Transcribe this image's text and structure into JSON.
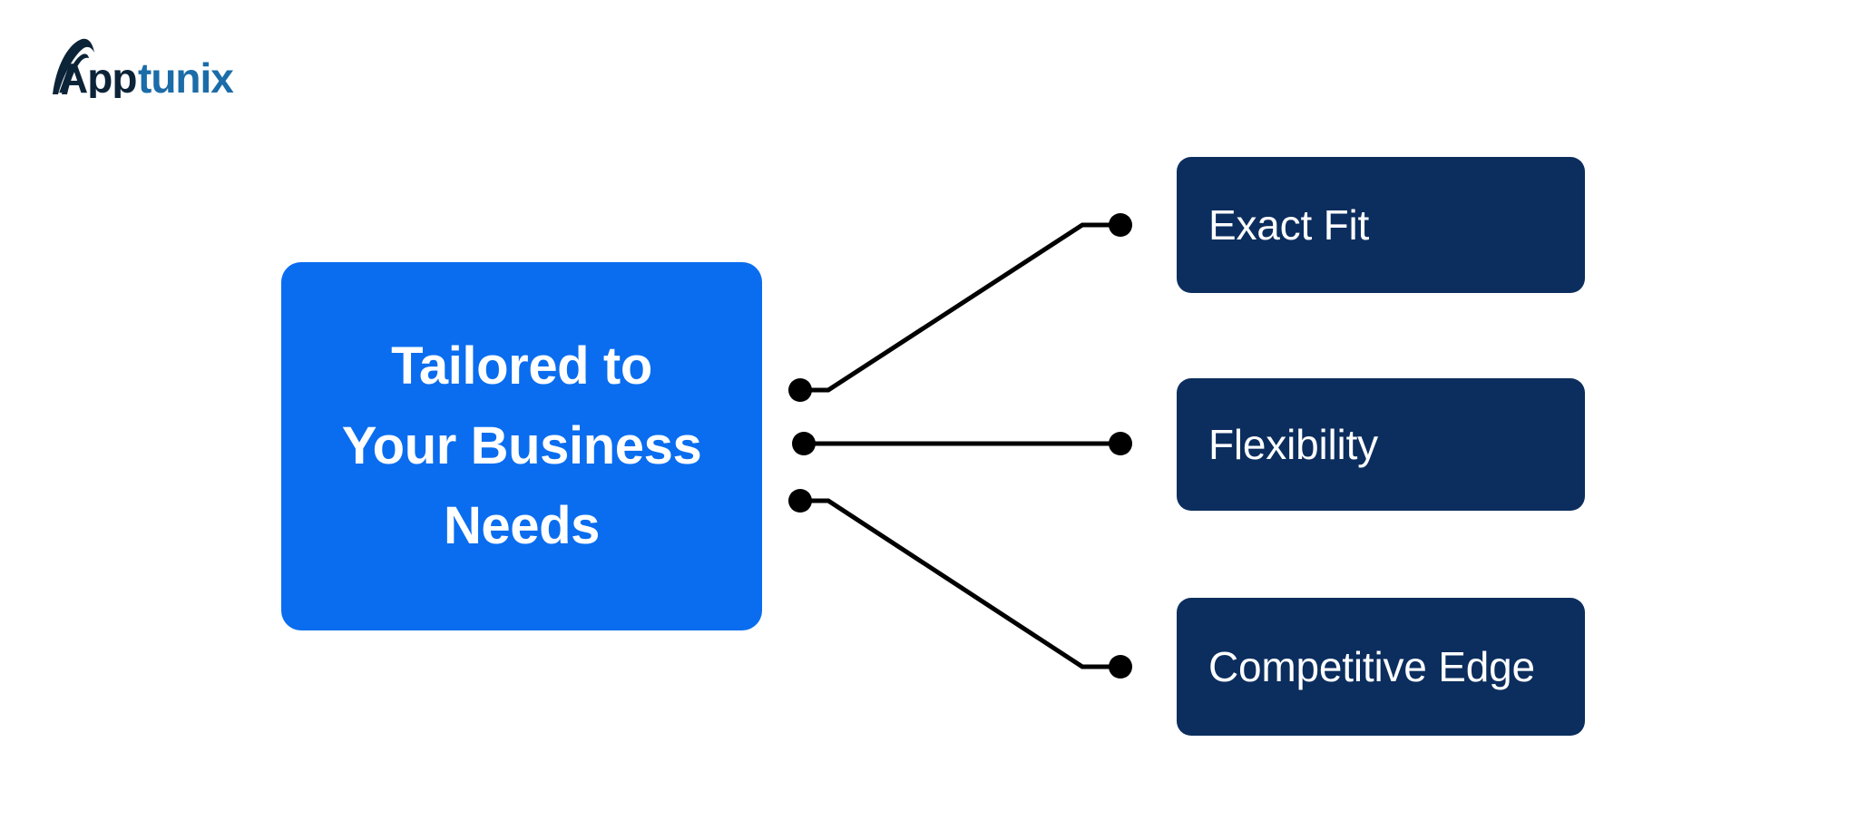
{
  "brand": {
    "logo_app": "App",
    "logo_tunix": "tunix",
    "logo_app_color": "#0C2438",
    "logo_tunix_color": "#1B6CA8"
  },
  "diagram": {
    "type": "mind-map",
    "background": "#ffffff",
    "hub": {
      "label": "Tailored to\nYour Business\nNeeds",
      "line1": "Tailored to",
      "line2": "Your Business",
      "line3": "Needs",
      "fill": "#0A6DEF",
      "text_color": "#ffffff"
    },
    "connector": {
      "stroke": "#000000",
      "stroke_width": 5,
      "dot_radius": 13,
      "dot_color": "#000000"
    },
    "branches": [
      {
        "label": "Exact Fit",
        "fill": "#0C2E5E",
        "text_color": "#ffffff",
        "direction": "up"
      },
      {
        "label": "Flexibility",
        "fill": "#0C2E5E",
        "text_color": "#ffffff",
        "direction": "straight"
      },
      {
        "label": "Competitive Edge",
        "fill": "#0C2E5E",
        "text_color": "#ffffff",
        "direction": "down"
      }
    ]
  }
}
